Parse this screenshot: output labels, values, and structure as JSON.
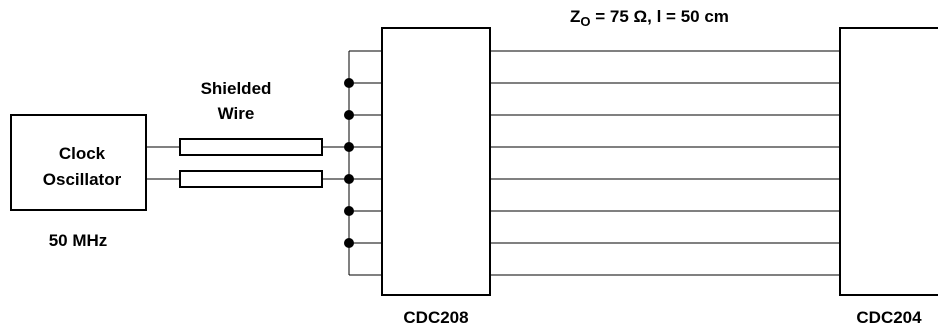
{
  "oscillator": {
    "label_line1": "Clock",
    "label_line2": "Oscillator",
    "frequency": "50 MHz"
  },
  "shielded_wire": {
    "label_line1": "Shielded",
    "label_line2": "Wire"
  },
  "driver": {
    "label": "CDC208"
  },
  "receiver": {
    "label": "CDC204"
  },
  "transmission_line": {
    "z_symbol": "Z",
    "z_subscript": "O",
    "spec": " = 75 Ω, l = 50 cm"
  },
  "colors": {
    "stroke": "#000000",
    "fill": "#ffffff"
  }
}
